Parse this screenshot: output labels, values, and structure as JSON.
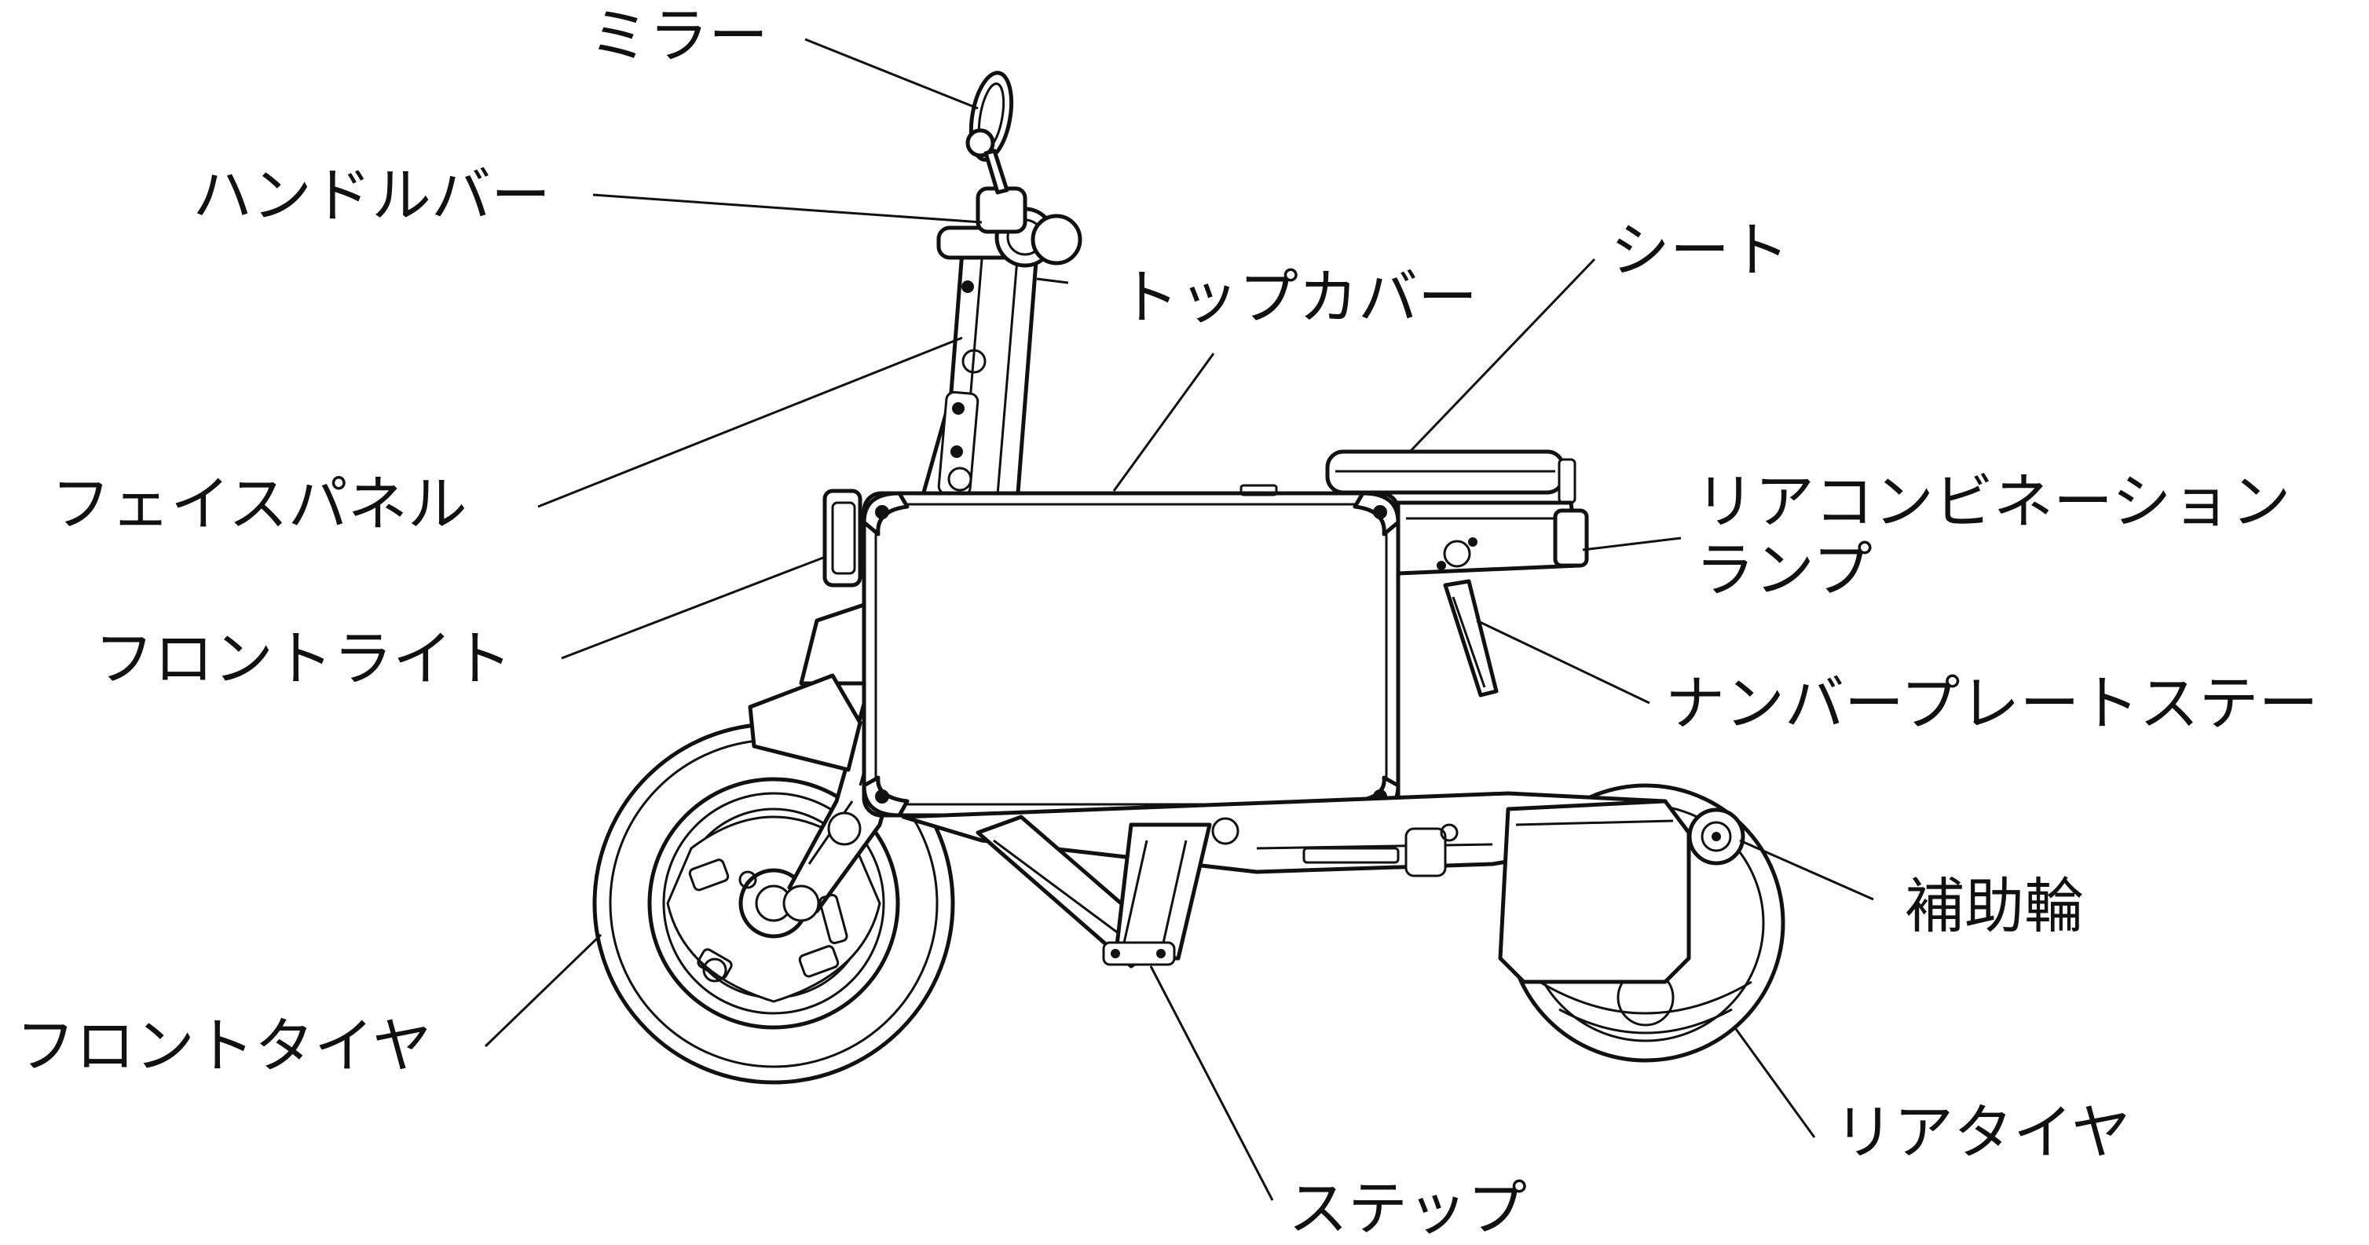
{
  "labels": {
    "mirror": "ミラー",
    "handlebar": "ハンドルバー",
    "face_panel": "フェイスパネル",
    "front_light": "フロントライト",
    "front_tire": "フロントタイヤ",
    "top_cover": "トップカバー",
    "seat": "シート",
    "rear_combination_lamp_line1": "リアコンビネーション",
    "rear_combination_lamp_line2": "ランプ",
    "number_plate_stay": "ナンバープレートステー",
    "auxiliary_wheel": "補助輪",
    "rear_tire": "リアタイヤ",
    "step": "ステップ"
  },
  "colors": {
    "ink": "#111111",
    "background": "#ffffff"
  }
}
